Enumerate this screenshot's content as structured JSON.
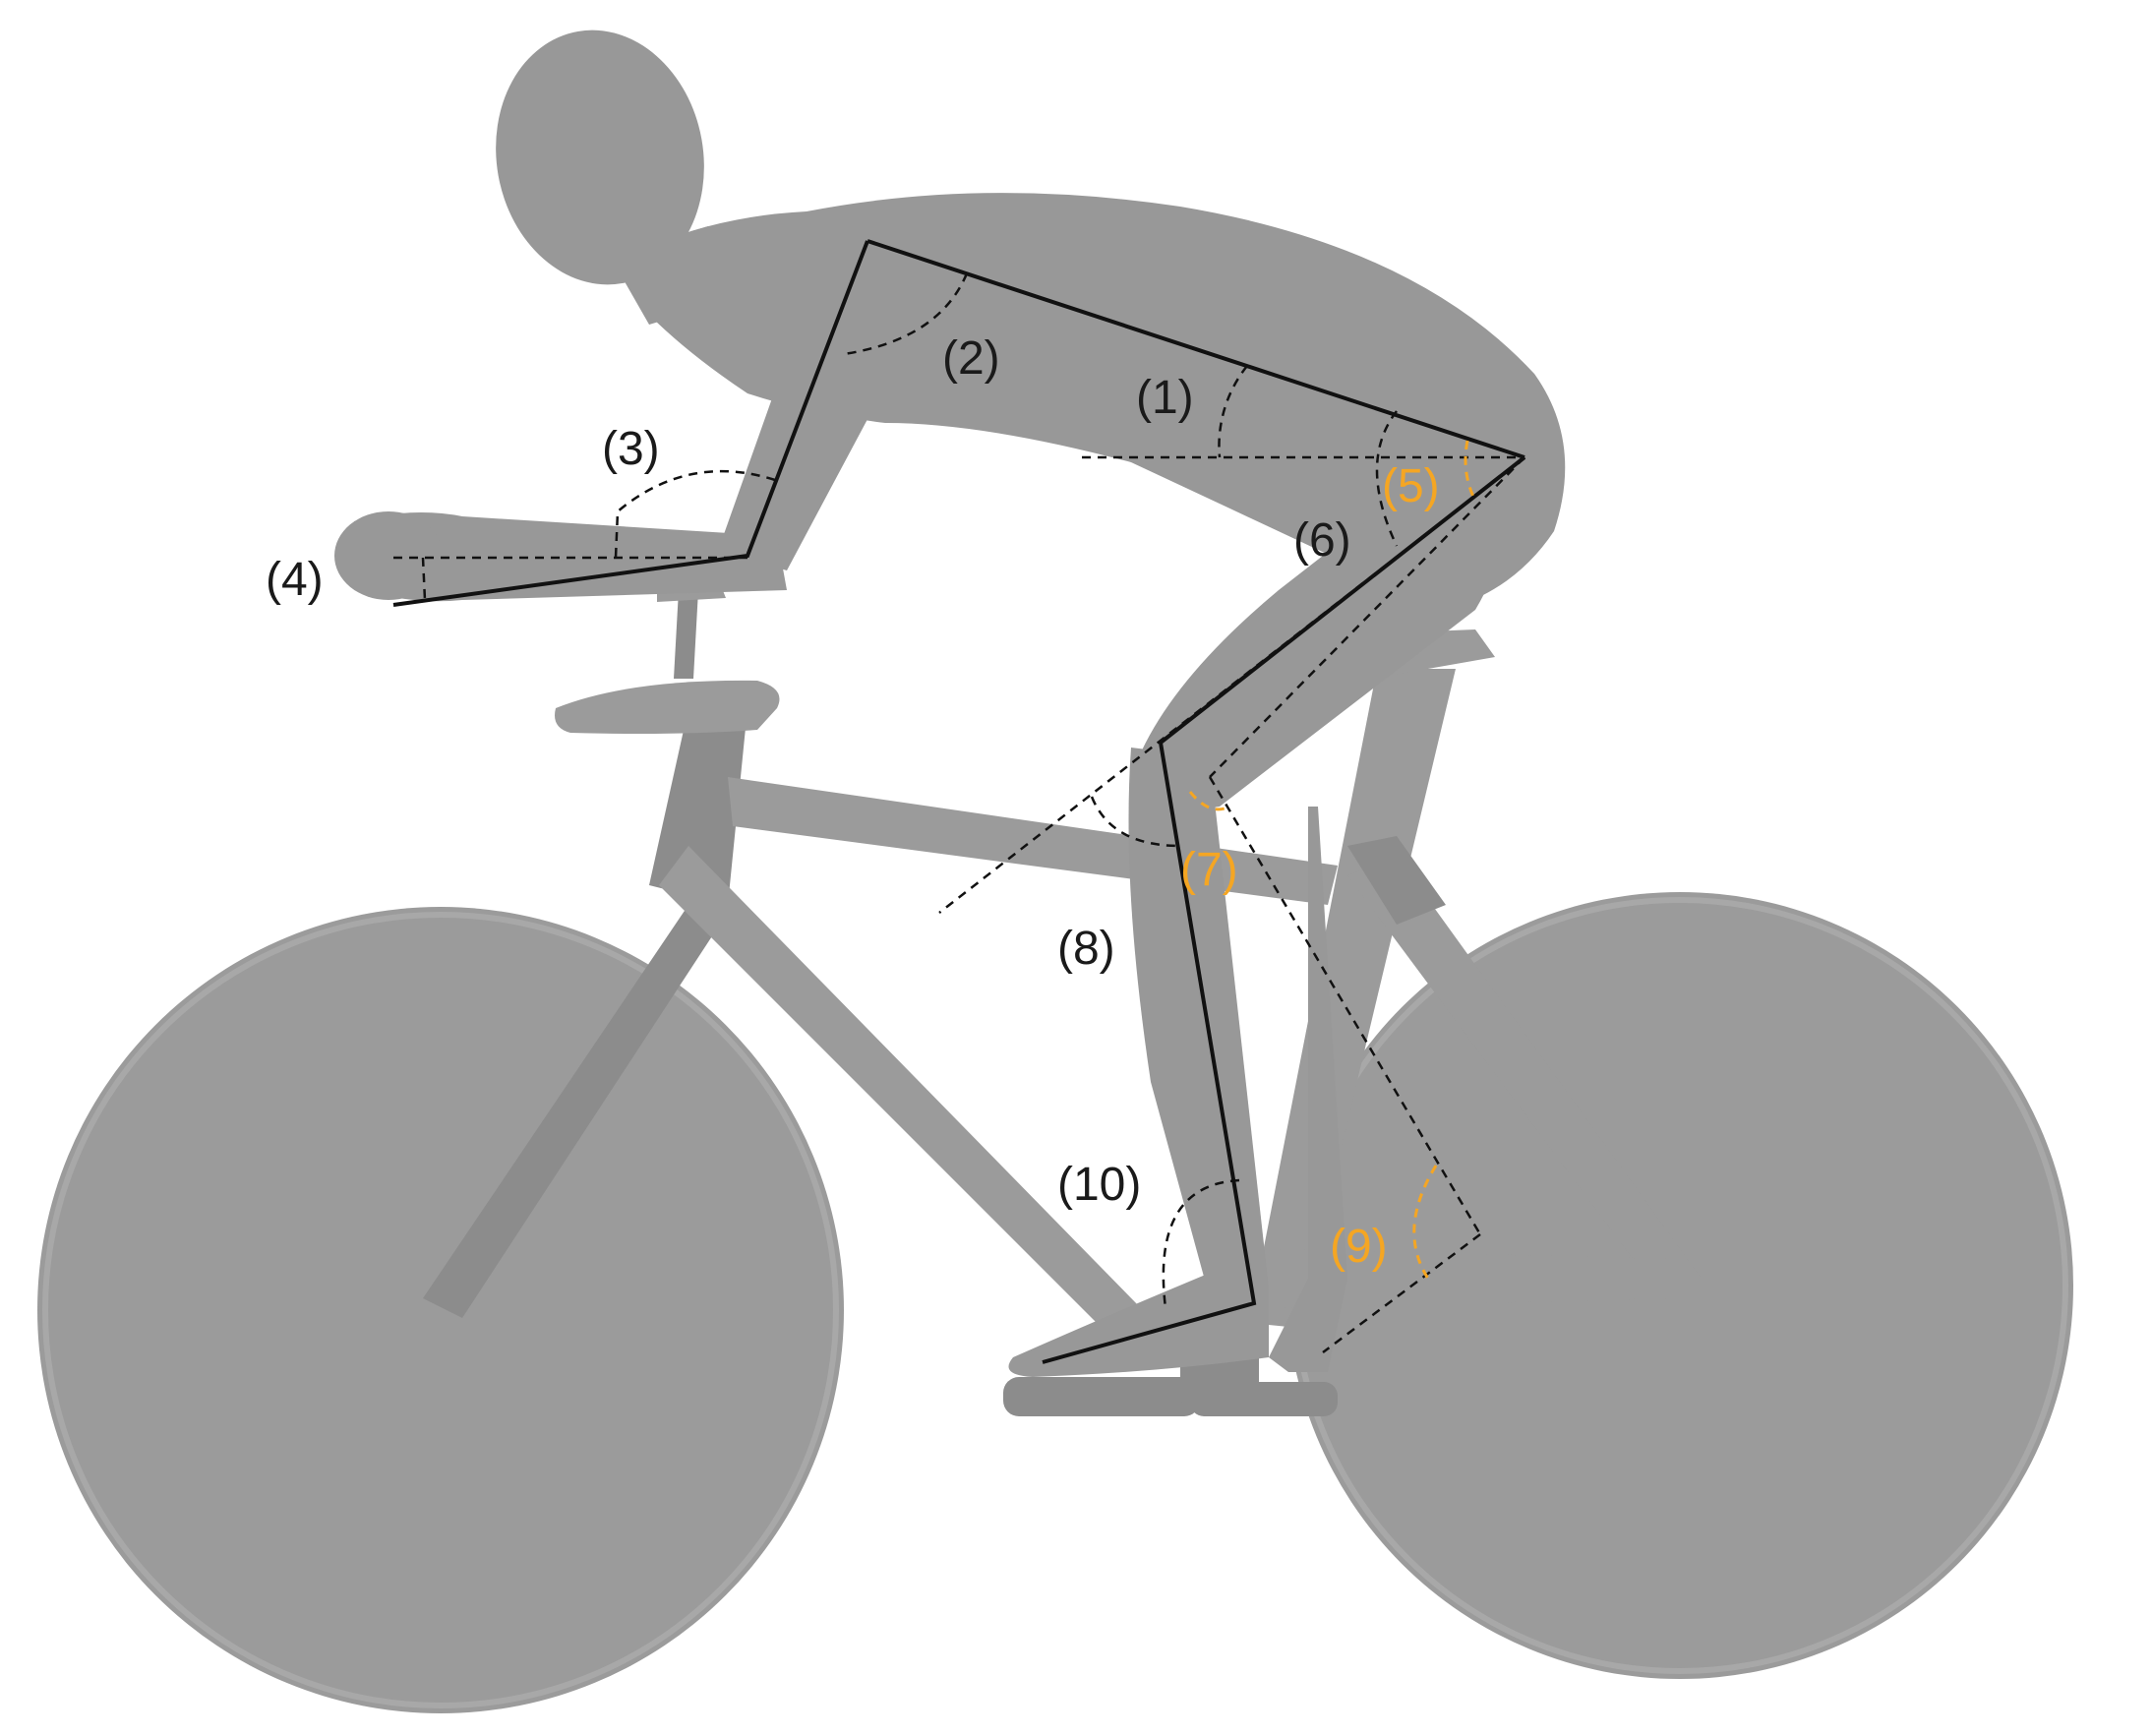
{
  "labels": {
    "l1": "(1)",
    "l2": "(2)",
    "l3": "(3)",
    "l4": "(4)",
    "l5": "(5)",
    "l6": "(6)",
    "l7": "(7)",
    "l8": "(8)",
    "l9": "(9)",
    "l10": "(10)"
  },
  "colors": {
    "label_black": "#1a1a1a",
    "label_orange": "#f5a623",
    "model_gray": "#9b9b9b",
    "background": "#ffffff"
  }
}
